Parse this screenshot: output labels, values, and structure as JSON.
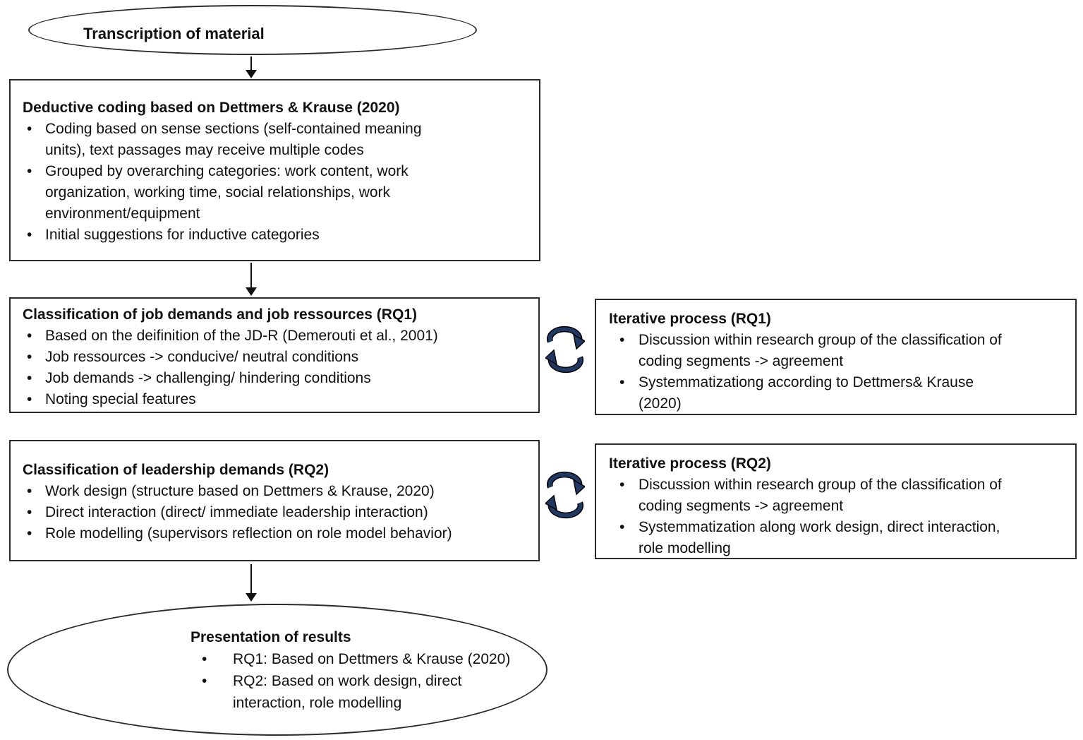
{
  "ui": {
    "bullet": "•"
  },
  "colors": {
    "background": "#ffffff",
    "border": "#2b2b2b",
    "text": "#111111",
    "icon_navy": "#1f3864"
  },
  "start": {
    "label": "Transcription of material"
  },
  "deductive": {
    "heading": "Deductive coding based on Dettmers & Krause (2020)",
    "bullets": [
      "Coding based on sense sections (self-contained meaning\nunits), text passages may receive multiple codes",
      "Grouped by overarching categories: work content, work\norganization, working time, social relationships, work\nenvironment/equipment",
      "Initial suggestions for inductive categories"
    ]
  },
  "rq1": {
    "heading": "Classification of job demands and job ressources (RQ1)",
    "bullets": [
      "Based on the deifinition of the JD-R (Demerouti et al., 2001)",
      "Job ressources -> conducive/ neutral conditions",
      "Job demands -> challenging/ hindering conditions",
      "Noting special features"
    ]
  },
  "iter1": {
    "heading": "Iterative process (RQ1)",
    "bullets": [
      "Discussion within research group of the classification of\ncoding segments -> agreement",
      "Systemmatizationg according to Dettmers& Krause\n(2020)"
    ]
  },
  "rq2": {
    "heading": "Classification of leadership demands (RQ2)",
    "bullets": [
      "Work design (structure based on Dettmers & Krause, 2020)",
      "Direct interaction (direct/ immediate leadership interaction)",
      "Role modelling (supervisors reflection on role model behavior)"
    ]
  },
  "iter2": {
    "heading": "Iterative process (RQ2)",
    "bullets": [
      "Discussion within research group of the classification of\ncoding segments -> agreement",
      "Systemmatization along work design, direct interaction,\nrole modelling"
    ]
  },
  "results": {
    "heading": "Presentation of results",
    "bullets": [
      "RQ1: Based on Dettmers & Krause (2020)",
      "RQ2: Based on work design, direct\ninteraction, role modelling"
    ]
  }
}
